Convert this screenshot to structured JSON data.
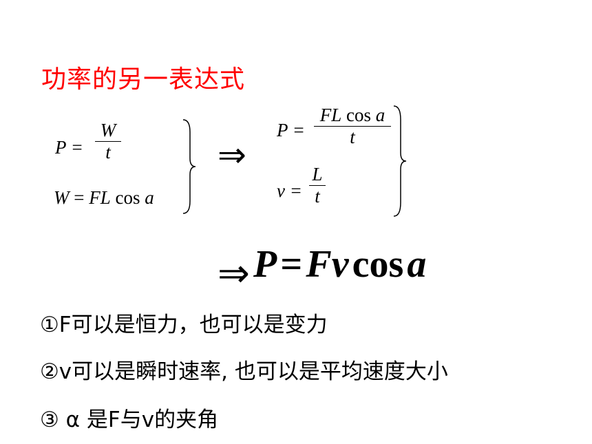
{
  "title": "功率的另一表达式",
  "eq_left": {
    "p_lhs": "P =",
    "p_num": "W",
    "p_den": "t",
    "w_lhs": "W",
    "w_eq": "=",
    "w_rhs_1": "FL",
    "w_rhs_2": "cos",
    "w_rhs_3": "a"
  },
  "implies_symbol": "⇒",
  "eq_right": {
    "p_lhs": "P =",
    "p_num_1": "FL",
    "p_num_2": "cos",
    "p_num_3": "a",
    "p_den": "t",
    "v_lhs": "v =",
    "v_num": "L",
    "v_den": "t"
  },
  "result": {
    "p": "P",
    "eq": "=",
    "fv": "Fv",
    "cos": "cos",
    "a": "a"
  },
  "notes": [
    "①F可以是恒力，也可以是变力",
    "②v可以是瞬时速率, 也可以是平均速度大小",
    "③ α 是F与v的夹角"
  ]
}
